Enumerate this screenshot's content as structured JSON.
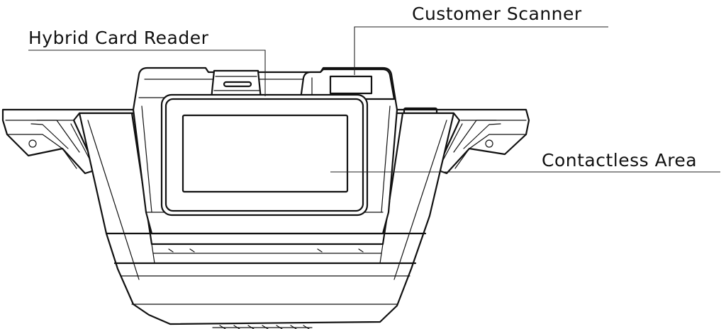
{
  "labels": {
    "hybrid_card_reader": "Hybrid Card Reader",
    "customer_scanner": "Customer Scanner",
    "contactless_area": "Contactless Area"
  },
  "colors": {
    "line": "#111111",
    "background": "#ffffff"
  }
}
